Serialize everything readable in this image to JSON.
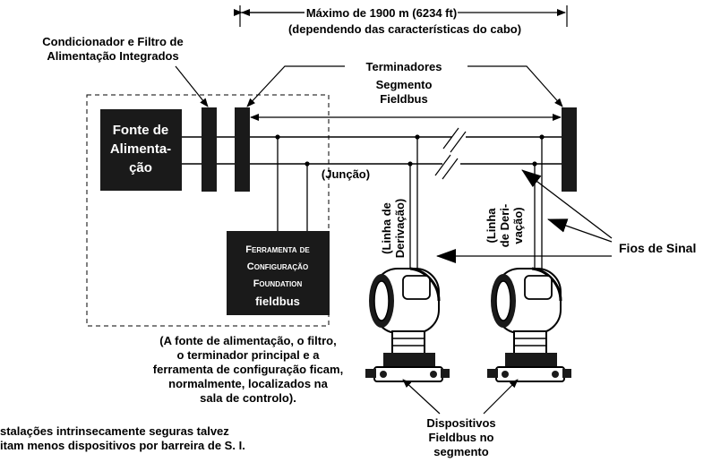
{
  "labels": {
    "max_line1": "Máximo de 1900 m (6234 ft)",
    "max_line2": "(dependendo das características do cabo)",
    "conditioner_line1": "Condicionador e Filtro de",
    "conditioner_line2": "Alimentação Integrados",
    "terminators": "Terminadores",
    "segment_line1": "Segmento",
    "segment_line2": "Fieldbus",
    "power_line1": "Fonte de",
    "power_line2": "Alimenta-",
    "power_line3": "ção",
    "junction": "(Junção)",
    "spur1_line1": "(Linha de",
    "spur1_line2": "Derivação)",
    "spur2_line1": "(Linha",
    "spur2_line2": "de Deri-",
    "spur2_line3": "vação)",
    "tool_line1": "Ferramenta de",
    "tool_line2": "Configuração",
    "tool_line3": "Foundation",
    "tool_line4": "fieldbus",
    "signal_wires": "Fios de Sinal",
    "note_line1": "(A fonte de alimentação, o filtro,",
    "note_line2": "o terminador principal e a",
    "note_line3": "ferramenta de configuração ficam,",
    "note_line4": "normalmente, localizados na",
    "note_line5": "sala de controlo).",
    "bottom_line1": "stalações intrinsecamente seguras talvez",
    "bottom_line2": "itam menos dispositivos por barreira de S. I.",
    "devices_line1": "Dispositivos",
    "devices_line2": "Fieldbus no",
    "devices_line3": "segmento"
  },
  "colors": {
    "ink": "#000000",
    "paper": "#ffffff",
    "device_body": "#ffffff",
    "device_shade": "#1a1a1a"
  }
}
